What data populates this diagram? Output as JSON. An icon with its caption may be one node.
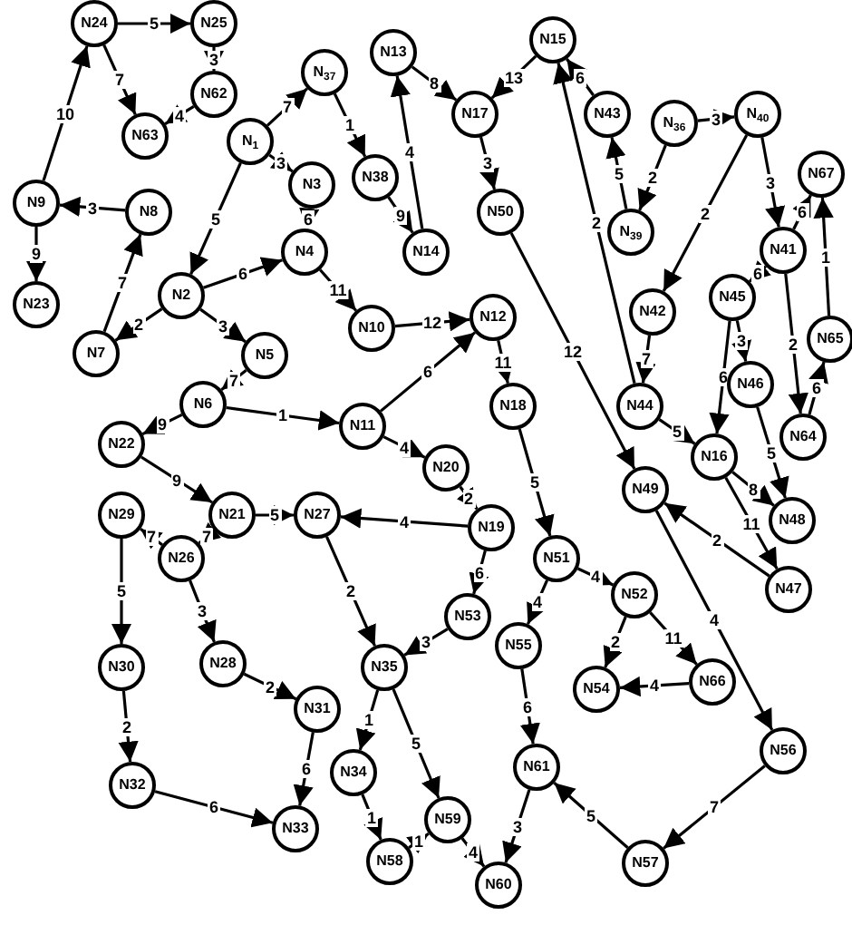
{
  "diagram": {
    "nodes": [
      {
        "text": [
          "N24"
        ]
      },
      {
        "text": [
          "N25"
        ]
      },
      {
        "text": [
          "N62"
        ]
      },
      {
        "text": [
          "N63"
        ]
      },
      {
        "text": [
          "N9"
        ]
      },
      {
        "text": [
          "N8"
        ]
      },
      {
        "text": [
          "N23"
        ]
      },
      {
        "text": [
          "N$_{1}$"
        ]
      },
      {
        "text": [
          "N$_{37}$"
        ]
      },
      {
        "text": [
          "N3"
        ]
      },
      {
        "text": [
          "N38"
        ]
      },
      {
        "text": [
          "N13"
        ]
      },
      {
        "text": [
          "N14"
        ]
      },
      {
        "text": [
          "N4"
        ]
      },
      {
        "text": [
          "N2"
        ]
      },
      {
        "text": [
          "N7"
        ]
      },
      {
        "text": [
          "N5"
        ]
      },
      {
        "text": [
          "N10"
        ]
      },
      {
        "text": [
          "N12"
        ]
      },
      {
        "text": [
          "N17"
        ]
      },
      {
        "text": [
          "N15"
        ]
      },
      {
        "text": [
          "N43"
        ]
      },
      {
        "text": [
          "N$_{36}$"
        ]
      },
      {
        "text": [
          "N$_{40}$"
        ]
      },
      {
        "text": [
          "N$_{39}$"
        ]
      },
      {
        "text": [
          "N50"
        ]
      },
      {
        "text": [
          "N67"
        ]
      },
      {
        "text": [
          "N41"
        ]
      },
      {
        "text": [
          "N45"
        ]
      },
      {
        "text": [
          "N42"
        ]
      },
      {
        "text": [
          "N65"
        ]
      },
      {
        "text": [
          "N44"
        ]
      },
      {
        "text": [
          "N46"
        ]
      },
      {
        "text": [
          "N64"
        ]
      },
      {
        "text": [
          "N16"
        ]
      },
      {
        "text": [
          "N48"
        ]
      },
      {
        "text": [
          "N47"
        ]
      },
      {
        "text": [
          "N49"
        ]
      },
      {
        "text": [
          "N18"
        ]
      },
      {
        "text": [
          "N20"
        ]
      },
      {
        "text": [
          "N19"
        ]
      },
      {
        "text": [
          "N51"
        ]
      },
      {
        "text": [
          "N52"
        ]
      },
      {
        "text": [
          "N53"
        ]
      },
      {
        "text": [
          "N55"
        ]
      },
      {
        "text": [
          "N54"
        ]
      },
      {
        "text": [
          "N66"
        ]
      },
      {
        "text": [
          "N56"
        ]
      },
      {
        "text": [
          "N61"
        ]
      },
      {
        "text": [
          "N57"
        ]
      },
      {
        "text": [
          "N60"
        ]
      },
      {
        "text": [
          "N59"
        ]
      },
      {
        "text": [
          "N58"
        ]
      },
      {
        "text": [
          "N34"
        ]
      },
      {
        "text": [
          "N35"
        ]
      },
      {
        "text": [
          "N33"
        ]
      },
      {
        "text": [
          "N31"
        ]
      },
      {
        "text": [
          "N32"
        ]
      },
      {
        "text": [
          "N30"
        ]
      },
      {
        "text": [
          "N28"
        ]
      },
      {
        "text": [
          "N26"
        ]
      },
      {
        "text": [
          "N29"
        ]
      },
      {
        "text": [
          "N21"
        ]
      },
      {
        "text": [
          "N27"
        ]
      },
      {
        "text": [
          "N22"
        ]
      },
      {
        "text": [
          "N6"
        ]
      },
      {
        "text": [
          "N11"
        ]
      }
    ],
    "edges": [
      {
        "from": 0,
        "to": 1,
        "arrow": "to",
        "label": "5"
      },
      {
        "from": 0,
        "to": 3,
        "arrow": "to",
        "label": "7"
      },
      {
        "from": 2,
        "to": 3,
        "arrow": "to",
        "label": "4"
      },
      {
        "from": 1,
        "to": 2,
        "arrow": "to",
        "label": "3"
      },
      {
        "from": 4,
        "to": 0,
        "arrow": "to",
        "label": "10"
      },
      {
        "from": 5,
        "to": 4,
        "arrow": "to",
        "label": "3"
      },
      {
        "from": 4,
        "to": 6,
        "arrow": "to",
        "label": "9"
      },
      {
        "from": 15,
        "to": 5,
        "arrow": "to",
        "label": "7"
      },
      {
        "from": 7,
        "to": 8,
        "arrow": "to",
        "label": "7"
      },
      {
        "from": 7,
        "to": 9,
        "arrow": "to",
        "label": "3"
      },
      {
        "from": 7,
        "to": 14,
        "arrow": "to",
        "label": "5"
      },
      {
        "from": 8,
        "to": 10,
        "arrow": "to",
        "label": "1"
      },
      {
        "from": 10,
        "to": 12,
        "arrow": "to",
        "label": "9"
      },
      {
        "from": 12,
        "to": 11,
        "arrow": "to",
        "label": "4"
      },
      {
        "from": 11,
        "to": 19,
        "arrow": "to",
        "label": "8"
      },
      {
        "from": 9,
        "to": 13,
        "arrow": "to",
        "label": "6"
      },
      {
        "from": 14,
        "to": 13,
        "arrow": "to",
        "label": "6"
      },
      {
        "from": 13,
        "to": 17,
        "arrow": "to",
        "label": "11"
      },
      {
        "from": 14,
        "to": 15,
        "arrow": "to",
        "label": "2"
      },
      {
        "from": 14,
        "to": 16,
        "arrow": "to",
        "label": "3"
      },
      {
        "from": 17,
        "to": 18,
        "arrow": "to",
        "label": "12"
      },
      {
        "from": 66,
        "to": 18,
        "arrow": "to",
        "label": "6"
      },
      {
        "from": 18,
        "to": 38,
        "arrow": "to",
        "label": "11"
      },
      {
        "from": 16,
        "to": 65,
        "arrow": "to",
        "label": "7"
      },
      {
        "from": 65,
        "to": 64,
        "arrow": "to",
        "label": "9"
      },
      {
        "from": 65,
        "to": 66,
        "arrow": "to",
        "label": "1"
      },
      {
        "from": 64,
        "to": 62,
        "arrow": "to",
        "label": "9"
      },
      {
        "from": 66,
        "to": 39,
        "arrow": "to",
        "label": "4"
      },
      {
        "from": 39,
        "to": 40,
        "arrow": "to",
        "label": "2"
      },
      {
        "from": 40,
        "to": 63,
        "arrow": "to",
        "label": "4"
      },
      {
        "from": 62,
        "to": 63,
        "arrow": "to",
        "label": "5"
      },
      {
        "from": 62,
        "to": 60,
        "arrow": "to",
        "label": "7"
      },
      {
        "from": 60,
        "to": 61,
        "arrow": "to",
        "label": "7"
      },
      {
        "from": 61,
        "to": 58,
        "arrow": "to",
        "label": "5"
      },
      {
        "from": 60,
        "to": 59,
        "arrow": "to",
        "label": "3"
      },
      {
        "from": 59,
        "to": 56,
        "arrow": "to",
        "label": "2"
      },
      {
        "from": 58,
        "to": 57,
        "arrow": "to",
        "label": "2"
      },
      {
        "from": 56,
        "to": 55,
        "arrow": "to",
        "label": "6"
      },
      {
        "from": 57,
        "to": 55,
        "arrow": "to",
        "label": "6"
      },
      {
        "from": 63,
        "to": 54,
        "arrow": "to",
        "label": "2"
      },
      {
        "from": 40,
        "to": 43,
        "arrow": "to",
        "label": "6"
      },
      {
        "from": 43,
        "to": 54,
        "arrow": "to",
        "label": "3"
      },
      {
        "from": 54,
        "to": 53,
        "arrow": "to",
        "label": "1"
      },
      {
        "from": 54,
        "to": 51,
        "arrow": "to",
        "label": "5"
      },
      {
        "from": 53,
        "to": 52,
        "arrow": "to",
        "label": "1"
      },
      {
        "from": 52,
        "to": 51,
        "arrow": "to",
        "label": "1"
      },
      {
        "from": 51,
        "to": 50,
        "arrow": "to",
        "label": "4"
      },
      {
        "from": 48,
        "to": 50,
        "arrow": "to",
        "label": "3"
      },
      {
        "from": 44,
        "to": 48,
        "arrow": "to",
        "label": "6"
      },
      {
        "from": 49,
        "to": 48,
        "arrow": "to",
        "label": "5"
      },
      {
        "from": 47,
        "to": 49,
        "arrow": "to",
        "label": "7"
      },
      {
        "from": 37,
        "to": 47,
        "arrow": "to",
        "label": "4"
      },
      {
        "from": 41,
        "to": 44,
        "arrow": "to",
        "label": "4"
      },
      {
        "from": 41,
        "to": 42,
        "arrow": "to",
        "label": "4"
      },
      {
        "from": 38,
        "to": 41,
        "arrow": "to",
        "label": "5"
      },
      {
        "from": 42,
        "to": 45,
        "arrow": "to",
        "label": "2"
      },
      {
        "from": 42,
        "to": 46,
        "arrow": "to",
        "label": "11"
      },
      {
        "from": 46,
        "to": 45,
        "arrow": "to",
        "label": "4"
      },
      {
        "from": 25,
        "to": 37,
        "arrow": "to",
        "label": "12"
      },
      {
        "from": 19,
        "to": 25,
        "arrow": "to",
        "label": "3"
      },
      {
        "from": 20,
        "to": 19,
        "arrow": "to",
        "label": "13"
      },
      {
        "from": 31,
        "to": 20,
        "arrow": "to",
        "label": "2"
      },
      {
        "from": 21,
        "to": 20,
        "arrow": "to",
        "label": "6"
      },
      {
        "from": 24,
        "to": 21,
        "arrow": "to",
        "label": "5"
      },
      {
        "from": 22,
        "to": 24,
        "arrow": "to",
        "label": "2"
      },
      {
        "from": 22,
        "to": 23,
        "arrow": "to",
        "label": "3"
      },
      {
        "from": 23,
        "to": 29,
        "arrow": "to",
        "label": "2"
      },
      {
        "from": 23,
        "to": 27,
        "arrow": "to",
        "label": "3"
      },
      {
        "from": 27,
        "to": 28,
        "arrow": "to",
        "label": "6"
      },
      {
        "from": 27,
        "to": 33,
        "arrow": "to",
        "label": "2"
      },
      {
        "from": 30,
        "to": 26,
        "arrow": "to",
        "label": "1"
      },
      {
        "from": 33,
        "to": 30,
        "arrow": "to",
        "label": "6"
      },
      {
        "from": 27,
        "to": 26,
        "arrow": "to",
        "label": "6"
      },
      {
        "from": 28,
        "to": 32,
        "arrow": "to",
        "label": "3"
      },
      {
        "from": 28,
        "to": 34,
        "arrow": "to",
        "label": "6"
      },
      {
        "from": 29,
        "to": 31,
        "arrow": "to",
        "label": "7"
      },
      {
        "from": 31,
        "to": 34,
        "arrow": "to",
        "label": "5"
      },
      {
        "from": 32,
        "to": 35,
        "arrow": "to",
        "label": "5"
      },
      {
        "from": 34,
        "to": 35,
        "arrow": "to",
        "label": "8"
      },
      {
        "from": 34,
        "to": 36,
        "arrow": "to",
        "label": "11"
      },
      {
        "from": 36,
        "to": 37,
        "arrow": "to",
        "label": "2"
      }
    ]
  }
}
